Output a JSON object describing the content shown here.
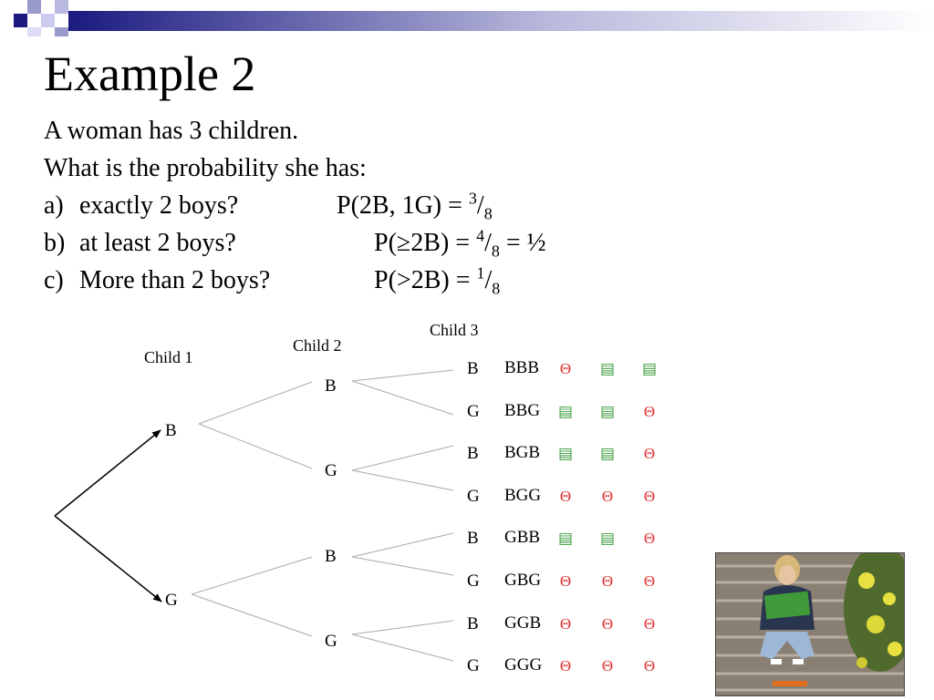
{
  "title": "Example 2",
  "intro": [
    "A woman has 3 children.",
    "What is the probability she has:"
  ],
  "questions": [
    {
      "label": "a)",
      "text": "exactly 2 boys?",
      "lhs": "P(2B, 1G) = ",
      "num": "3",
      "den": "8",
      "extra": ""
    },
    {
      "label": "b)",
      "text": "at least 2 boys?",
      "lhs": "P(≥2B) = ",
      "num": "4",
      "den": "8",
      "extra": " = ½"
    },
    {
      "label": "c)",
      "text": "More than 2 boys?",
      "lhs": "P(>2B) = ",
      "num": "1",
      "den": "8",
      "extra": ""
    }
  ],
  "tree": {
    "headers": {
      "child1": "Child 1",
      "child2": "Child 2",
      "child3": "Child 3"
    },
    "level1": [
      "B",
      "G"
    ],
    "level2": [
      "B",
      "G",
      "B",
      "G"
    ],
    "level3": [
      "B",
      "G",
      "B",
      "G",
      "B",
      "G",
      "B",
      "G"
    ],
    "outcomes": [
      {
        "label": "BBB",
        "marks": [
          "girl",
          "boy",
          "boy"
        ]
      },
      {
        "label": "BBG",
        "marks": [
          "boy",
          "boy",
          "girl"
        ]
      },
      {
        "label": "BGB",
        "marks": [
          "boy",
          "boy",
          "girl"
        ]
      },
      {
        "label": "BGG",
        "marks": [
          "girl",
          "girl",
          "girl"
        ]
      },
      {
        "label": "GBB",
        "marks": [
          "boy",
          "boy",
          "girl"
        ]
      },
      {
        "label": "GBG",
        "marks": [
          "girl",
          "girl",
          "girl"
        ]
      },
      {
        "label": "GGB",
        "marks": [
          "girl",
          "girl",
          "girl"
        ]
      },
      {
        "label": "GGG",
        "marks": [
          "girl",
          "girl",
          "girl"
        ]
      }
    ],
    "icons": {
      "girl": "mouse-icon",
      "boy": "stacked-pages-icon"
    }
  },
  "colors": {
    "accent_dark": "#1a1a80",
    "girl_mark": "#e03030",
    "boy_mark": "#3a9a3a"
  }
}
